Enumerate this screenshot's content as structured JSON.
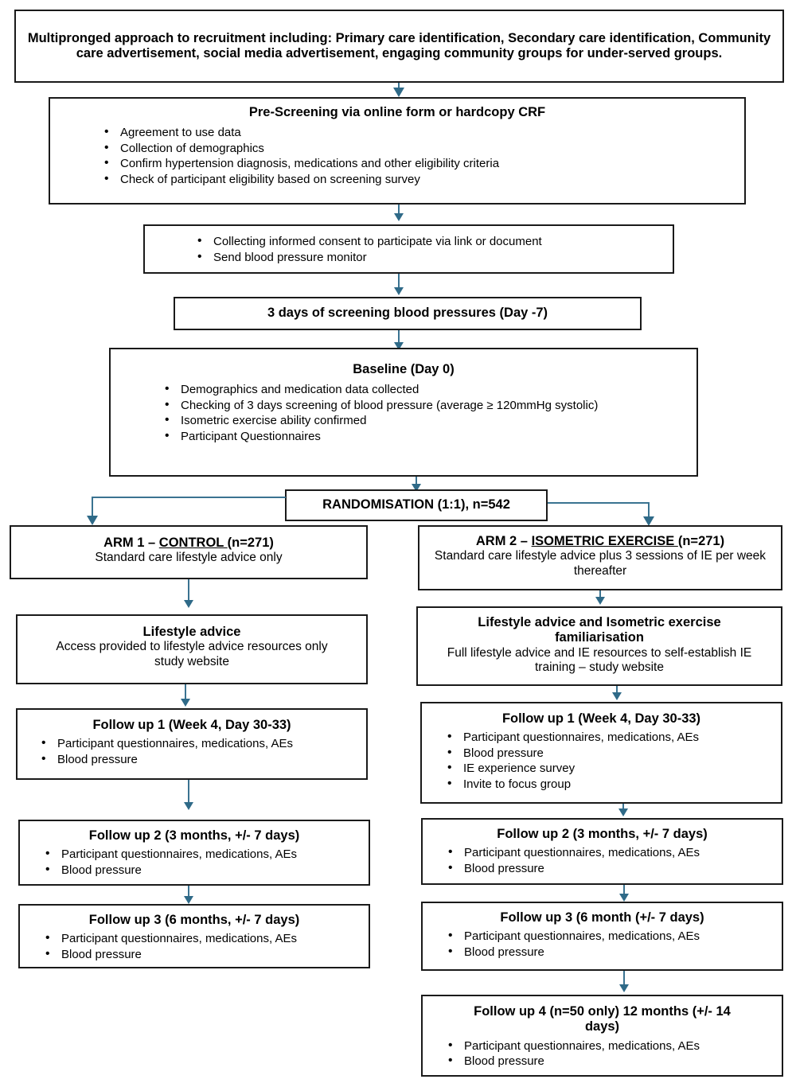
{
  "diagram": {
    "title": "Clinical trial recruitment and follow-up flow diagram",
    "accent_color": "#3a7391",
    "border_color": "#1a1a1a",
    "background_color": "#ffffff"
  },
  "nodes": {
    "recruitment": {
      "text": "Multipronged approach to recruitment including: Primary care identification, Secondary care identification, Community care advertisement, social media advertisement, engaging community groups for under-served groups."
    },
    "prescreening": {
      "title": "Pre-Screening via online form or hardcopy CRF",
      "bullets": [
        "Agreement to use data",
        "Collection of demographics",
        "Confirm hypertension diagnosis, medications and other eligibility criteria",
        "Check of participant eligibility based on screening survey"
      ]
    },
    "consent": {
      "bullets": [
        "Collecting informed consent to participate via link or document",
        "Send blood pressure monitor"
      ]
    },
    "screening_bp": {
      "title": "3 days of screening blood pressures (Day -7)"
    },
    "baseline": {
      "title": "Baseline (Day 0)",
      "bullets": [
        "Demographics and medication data collected",
        "Checking of 3 days screening of blood pressure (average ≥ 120mmHg systolic)",
        "Isometric exercise ability confirmed",
        "Participant Questionnaires"
      ]
    },
    "randomisation": {
      "title": "RANDOMISATION (1:1), n=542"
    },
    "arm1": {
      "title_prefix": "ARM 1 – ",
      "title_underlined": "CONTROL ",
      "title_suffix": "(n=271)",
      "subtitle": "Standard care lifestyle advice only"
    },
    "arm2": {
      "title_prefix": "ARM 2 – ",
      "title_underlined": "ISOMETRIC EXERCISE ",
      "title_suffix": "(n=271)",
      "subtitle": "Standard care lifestyle advice plus 3 sessions of IE per week thereafter"
    },
    "arm1_lifestyle": {
      "title": "Lifestyle advice",
      "subtitle": "Access provided to lifestyle advice resources only study website"
    },
    "arm2_lifestyle": {
      "title": "Lifestyle advice and Isometric exercise familiarisation",
      "subtitle": "Full lifestyle advice and IE resources to self-establish IE training – study website"
    },
    "arm1_fu1": {
      "title": "Follow up 1 (Week 4, Day 30-33)",
      "bullets": [
        "Participant questionnaires, medications, AEs",
        "Blood pressure"
      ]
    },
    "arm1_fu2": {
      "title": "Follow up 2 (3 months, +/- 7 days)",
      "bullets": [
        "Participant questionnaires, medications, AEs",
        "Blood pressure"
      ]
    },
    "arm1_fu3": {
      "title": "Follow up 3 (6 months, +/- 7 days)",
      "bullets": [
        "Participant questionnaires, medications, AEs",
        "Blood pressure"
      ]
    },
    "arm2_fu1": {
      "title": "Follow up 1 (Week 4, Day 30-33)",
      "bullets": [
        "Participant questionnaires, medications, AEs",
        "Blood pressure",
        "IE experience survey",
        "Invite to focus group"
      ]
    },
    "arm2_fu2": {
      "title": "Follow up 2 (3 months, +/- 7 days)",
      "bullets": [
        "Participant questionnaires, medications, AEs",
        "Blood pressure"
      ]
    },
    "arm2_fu3": {
      "title": "Follow up 3 (6 month (+/- 7 days)",
      "bullets": [
        "Participant questionnaires, medications, AEs",
        "Blood pressure"
      ]
    },
    "arm2_fu4": {
      "title": "Follow up 4 (n=50 only) 12 months (+/- 14 days)",
      "bullets": [
        "Participant questionnaires, medications, AEs",
        "Blood pressure"
      ]
    }
  }
}
